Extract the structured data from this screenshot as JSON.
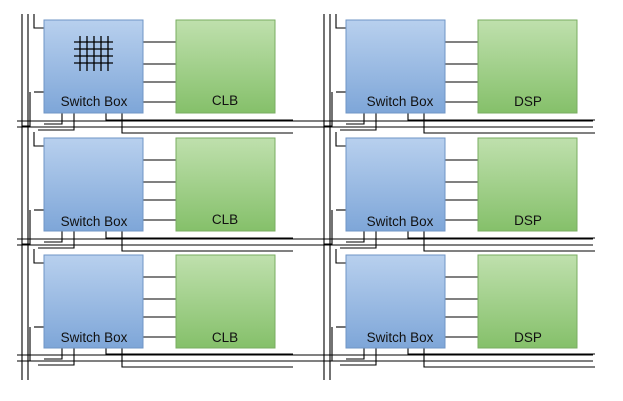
{
  "diagram": {
    "colors": {
      "switch_fill_top": "#b8d0ee",
      "switch_fill_bottom": "#7ea6d8",
      "switch_stroke": "#6f95c6",
      "logic_fill_top": "#bfe0ad",
      "logic_fill_bottom": "#85c06a",
      "logic_stroke": "#79ad61",
      "wire": "#000000"
    },
    "blocks": {
      "switch_box": "Switch Box",
      "clb": "CLB",
      "dsp": "DSP"
    },
    "grid": {
      "rows": 3,
      "left_column_logic": "clb",
      "right_column_logic": "dsp",
      "crossbar_detail_in_first_switch_box": true
    }
  }
}
